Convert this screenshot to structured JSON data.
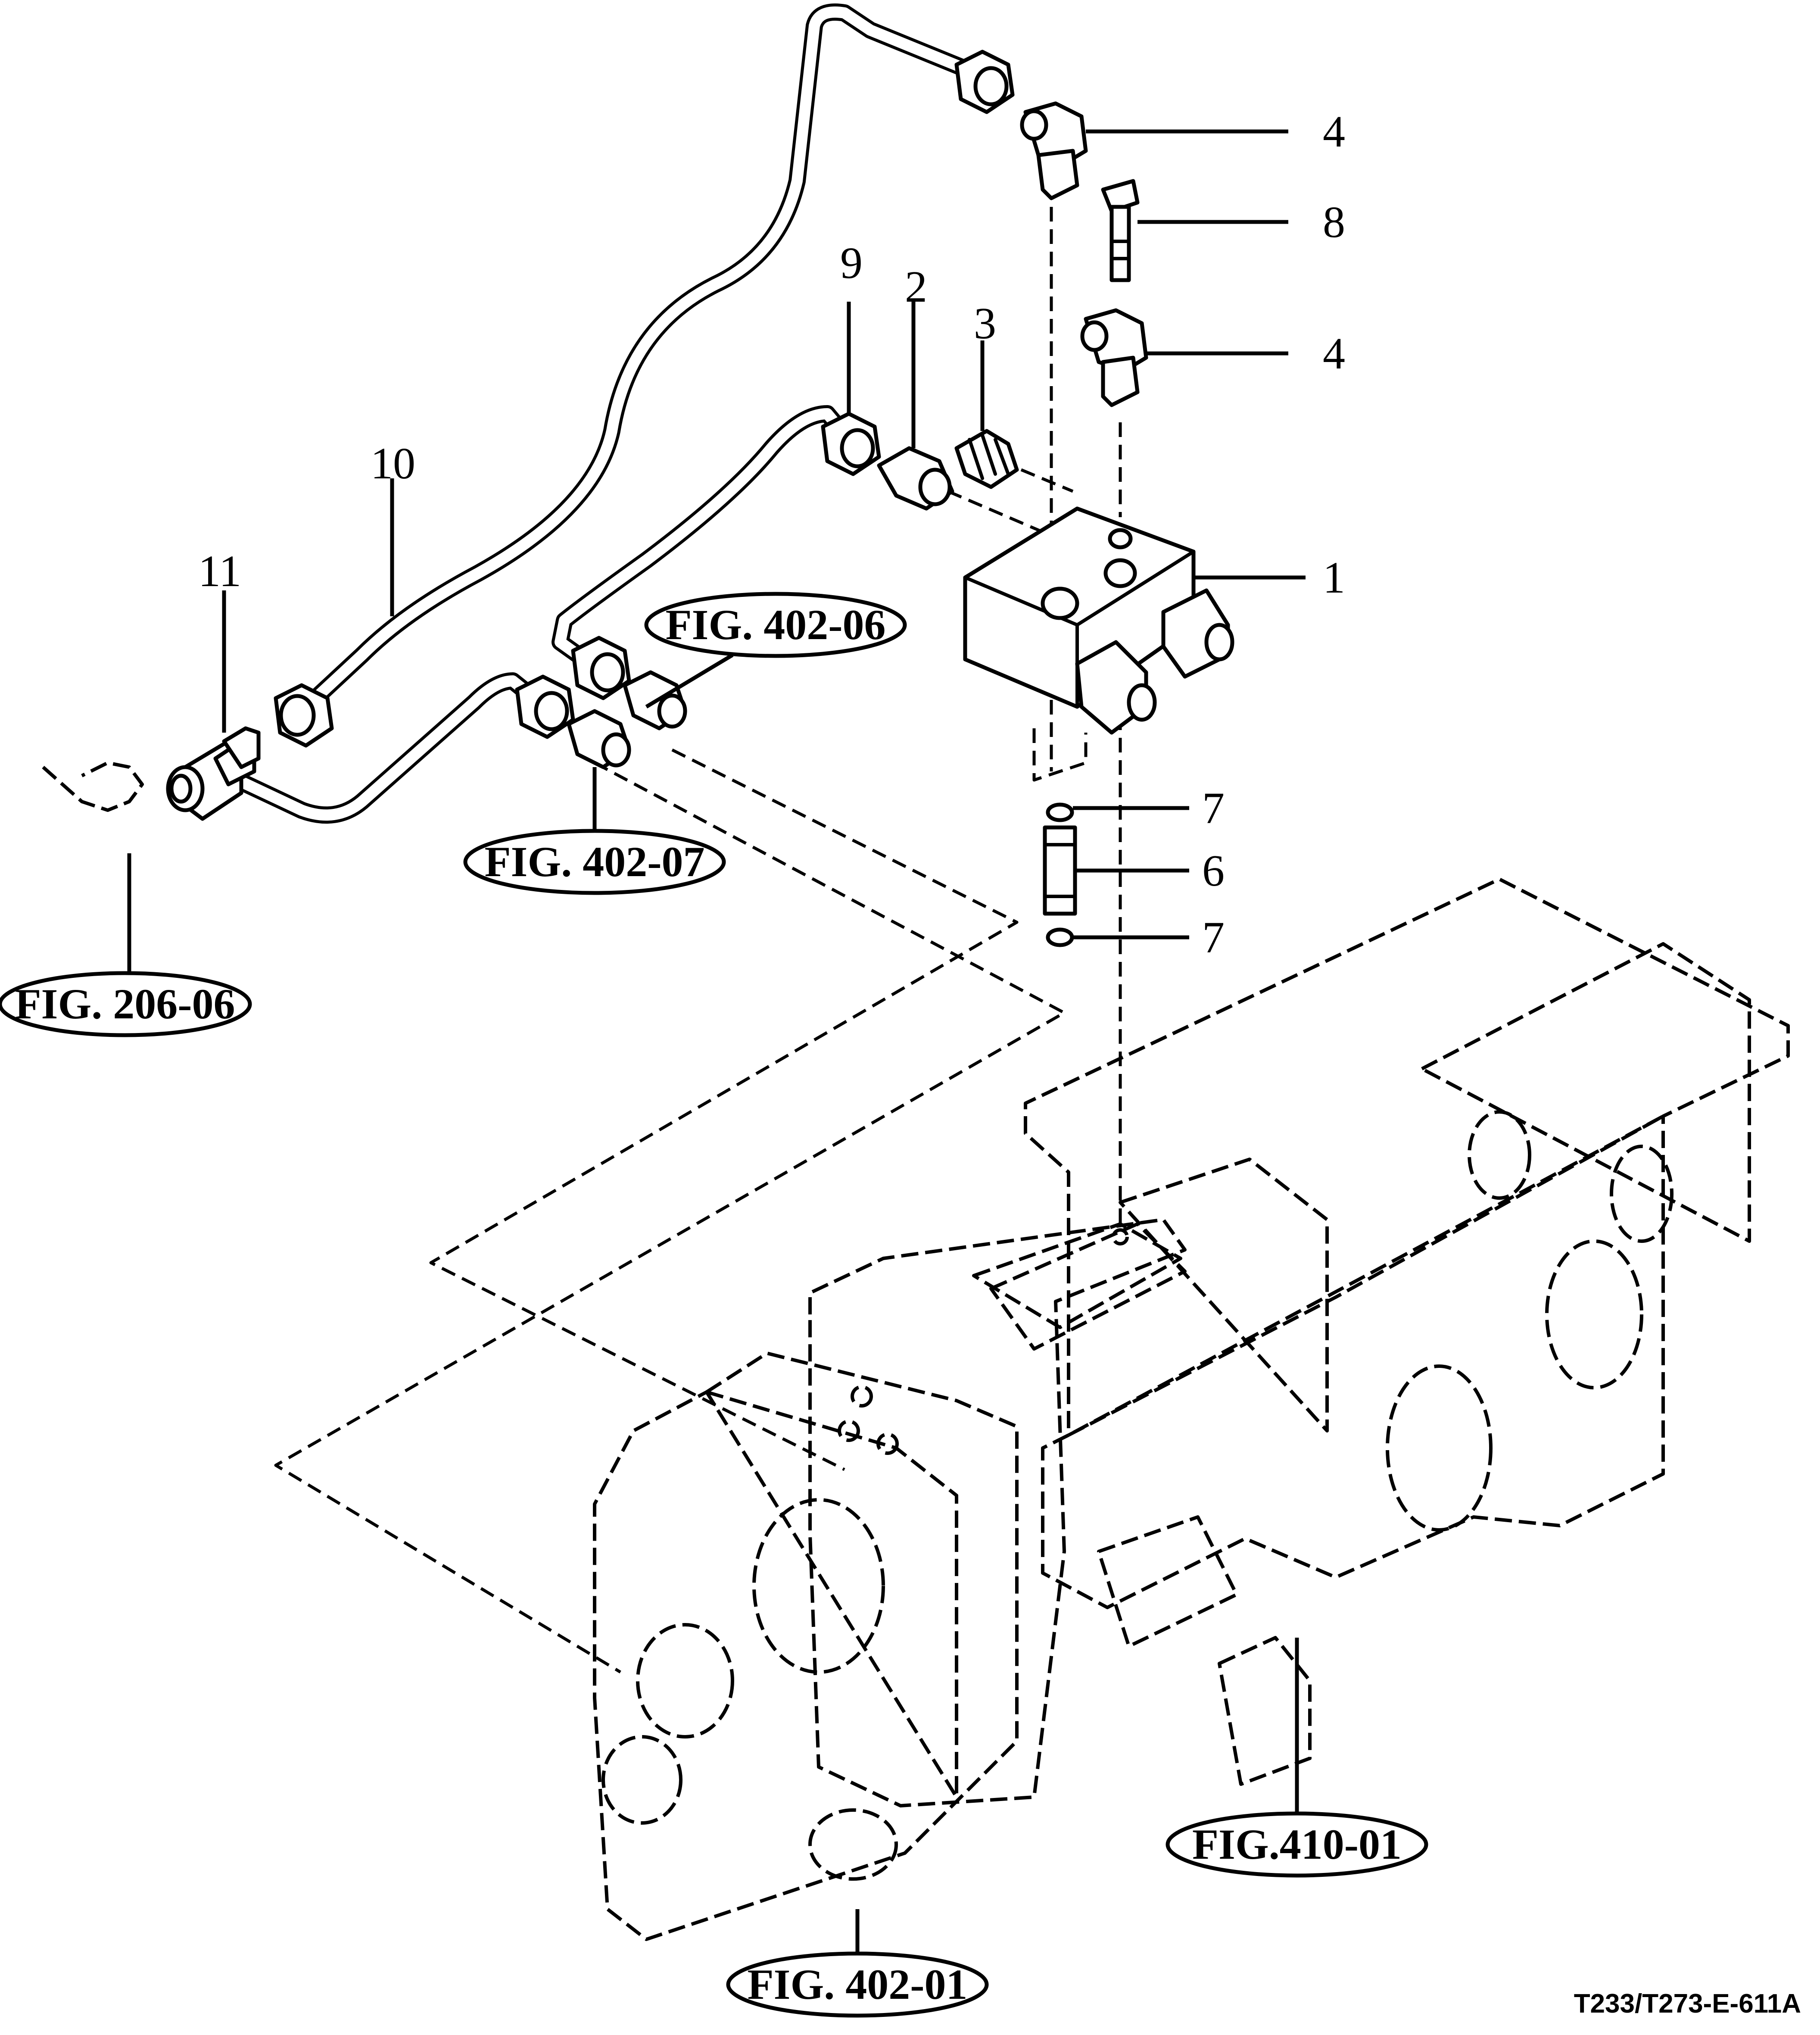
{
  "callouts": [
    {
      "id": "c1",
      "label": "1"
    },
    {
      "id": "c2",
      "label": "2"
    },
    {
      "id": "c3",
      "label": "3"
    },
    {
      "id": "c4a",
      "label": "4"
    },
    {
      "id": "c4b",
      "label": "4"
    },
    {
      "id": "c6",
      "label": "6"
    },
    {
      "id": "c7a",
      "label": "7"
    },
    {
      "id": "c7b",
      "label": "7"
    },
    {
      "id": "c8",
      "label": "8"
    },
    {
      "id": "c9",
      "label": "9"
    },
    {
      "id": "c10",
      "label": "10"
    },
    {
      "id": "c11",
      "label": "11"
    }
  ],
  "figure_refs": [
    {
      "id": "f1",
      "label": "FIG. 402-06"
    },
    {
      "id": "f2",
      "label": "FIG. 402-07"
    },
    {
      "id": "f3",
      "label": "FIG. 206-06"
    },
    {
      "id": "f4",
      "label": "FIG.410-01"
    },
    {
      "id": "f5",
      "label": "FIG. 402-01"
    }
  ],
  "drawing_code": "T233/T273-E-611A"
}
